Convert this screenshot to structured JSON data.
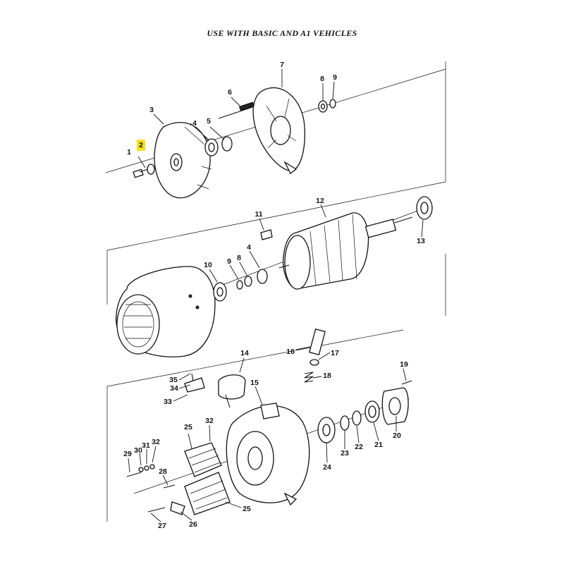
{
  "header": {
    "title": "USE WITH BASIC AND A1 VEHICLES"
  },
  "highlight_color": "#f5e11a",
  "callouts": [
    {
      "id": "c1",
      "label": "1"
    },
    {
      "id": "c2",
      "label": "2",
      "highlighted": true
    },
    {
      "id": "c3",
      "label": "3"
    },
    {
      "id": "c4a",
      "label": "4"
    },
    {
      "id": "c5",
      "label": "5"
    },
    {
      "id": "c6",
      "label": "6"
    },
    {
      "id": "c7",
      "label": "7"
    },
    {
      "id": "c8a",
      "label": "8"
    },
    {
      "id": "c9a",
      "label": "9"
    },
    {
      "id": "c11",
      "label": "11"
    },
    {
      "id": "c12",
      "label": "12"
    },
    {
      "id": "c13",
      "label": "13"
    },
    {
      "id": "c10",
      "label": "10"
    },
    {
      "id": "c9b",
      "label": "9"
    },
    {
      "id": "c8b",
      "label": "8"
    },
    {
      "id": "c4b",
      "label": "4"
    },
    {
      "id": "c16",
      "label": "16"
    },
    {
      "id": "c17",
      "label": "17"
    },
    {
      "id": "c18",
      "label": "18"
    },
    {
      "id": "c14",
      "label": "14"
    },
    {
      "id": "c15",
      "label": "15"
    },
    {
      "id": "c19",
      "label": "19"
    },
    {
      "id": "c35",
      "label": "35"
    },
    {
      "id": "c34",
      "label": "34"
    },
    {
      "id": "c33",
      "label": "33"
    },
    {
      "id": "c25a",
      "label": "25"
    },
    {
      "id": "c32a",
      "label": "32"
    },
    {
      "id": "c29",
      "label": "29"
    },
    {
      "id": "c30",
      "label": "30"
    },
    {
      "id": "c31",
      "label": "31"
    },
    {
      "id": "c32b",
      "label": "32"
    },
    {
      "id": "c28",
      "label": "28"
    },
    {
      "id": "c24",
      "label": "24"
    },
    {
      "id": "c23",
      "label": "23"
    },
    {
      "id": "c22",
      "label": "22"
    },
    {
      "id": "c21",
      "label": "21"
    },
    {
      "id": "c20",
      "label": "20"
    },
    {
      "id": "c25b",
      "label": "25"
    },
    {
      "id": "c27",
      "label": "27"
    },
    {
      "id": "c26",
      "label": "26"
    }
  ]
}
